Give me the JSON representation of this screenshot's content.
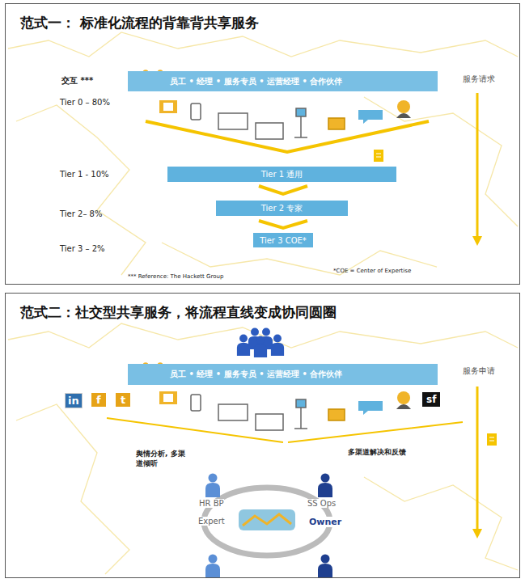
{
  "diagram": {
    "nodes": [
      {
        "text": [
          "范式一： 标准化流程的背靠背共享服务"
        ]
      },
      {
        "text": [
          "员工 • 经理 • 服务专员 • 运营经理 • 合作伙伴"
        ],
        "in": 0
      },
      {
        "text": [
          "Tier 1 通用"
        ],
        "in": 0
      },
      {
        "text": [
          "Tier 2 专家"
        ],
        "in": 0
      },
      {
        "text": [
          "Tier 3 COE*"
        ],
        "in": 0
      },
      {
        "text": [
          "范式二：社交型共享服务，将流程直线变成协同圆圈"
        ]
      },
      {
        "text": [
          "员工 • 经理 • 服务专员 • 运营经理 • 合作伙伴"
        ],
        "in": 5
      }
    ],
    "labels": [
      "交互 ***",
      "Tier 0 – 80%",
      "Tier 1 - 10%",
      "Tier 2– 8%",
      "Tier 3 – 2%",
      "服务请求",
      "*** Reference: The Hackett Group",
      "*COE = Center of Expertise",
      "in",
      "f",
      "t",
      "sf",
      "服务申请",
      "舆情分析, 多渠道倾听",
      "多渠道解决和反馈",
      "HR BP",
      "SS Ops",
      "Expert",
      "Owner"
    ]
  }
}
